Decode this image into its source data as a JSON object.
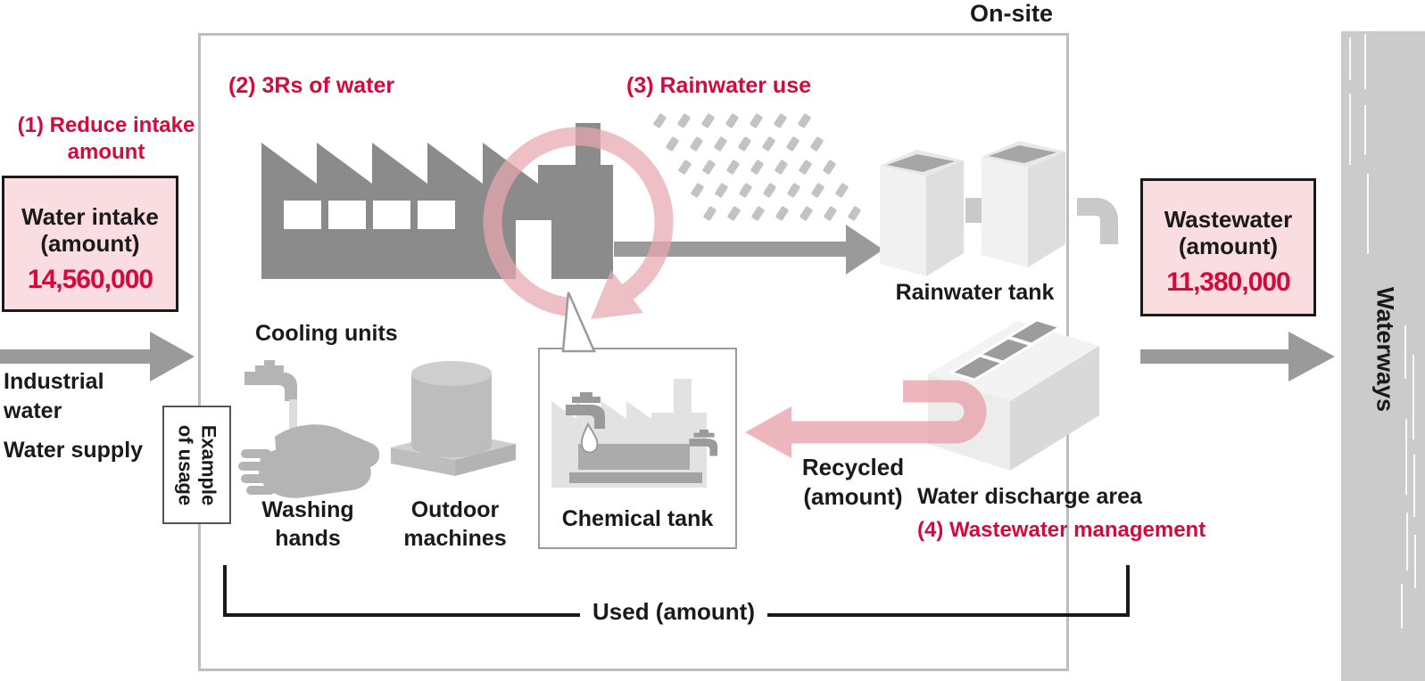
{
  "on_site_label": "On-site",
  "annotations": {
    "step1_line1": "(1) Reduce intake",
    "step1_line2": "amount",
    "step2": "(2) 3Rs of water",
    "step3": "(3) Rainwater use",
    "step4": "(4) Wastewater management"
  },
  "intake_box": {
    "title": "Water intake",
    "subtitle": "(amount)",
    "value": "14,560,000"
  },
  "wastewater_box": {
    "title": "Wastewater",
    "subtitle": "(amount)",
    "value": "11,380,000"
  },
  "inflow_labels": {
    "line1": "Industrial",
    "line2": "water",
    "line3": "Water supply"
  },
  "example_box": {
    "line1": "Example",
    "line2": "of usage"
  },
  "usage": {
    "cooling": "Cooling units",
    "washing_line1": "Washing",
    "washing_line2": "hands",
    "outdoor_line1": "Outdoor",
    "outdoor_line2": "machines",
    "chemical": "Chemical tank"
  },
  "rainwater_tank_label": "Rainwater tank",
  "recycled_label": {
    "line1": "Recycled",
    "line2": "(amount)"
  },
  "discharge_label": "Water discharge area",
  "used_label": "Used (amount)",
  "waterways_label": "Waterways",
  "icons": [
    "factory-icon",
    "recycle-circle-icon",
    "rain-icon",
    "rainwater-tank-icon",
    "faucet-icon",
    "washing-hands-icon",
    "outdoor-machine-icon",
    "chemical-tank-icon",
    "discharge-block-icon",
    "flow-arrow-icon"
  ],
  "colors": {
    "accent_red": "#d40a3c",
    "pink_box_fill": "#f9dde1",
    "arrow_gray": "#9a9a9a",
    "factory_gray": "#8b8b8b",
    "pink_arrow": "#e79aa3",
    "waterways_gray": "#cbcbcb"
  },
  "rain": {
    "rows": 5,
    "cols": 7
  }
}
